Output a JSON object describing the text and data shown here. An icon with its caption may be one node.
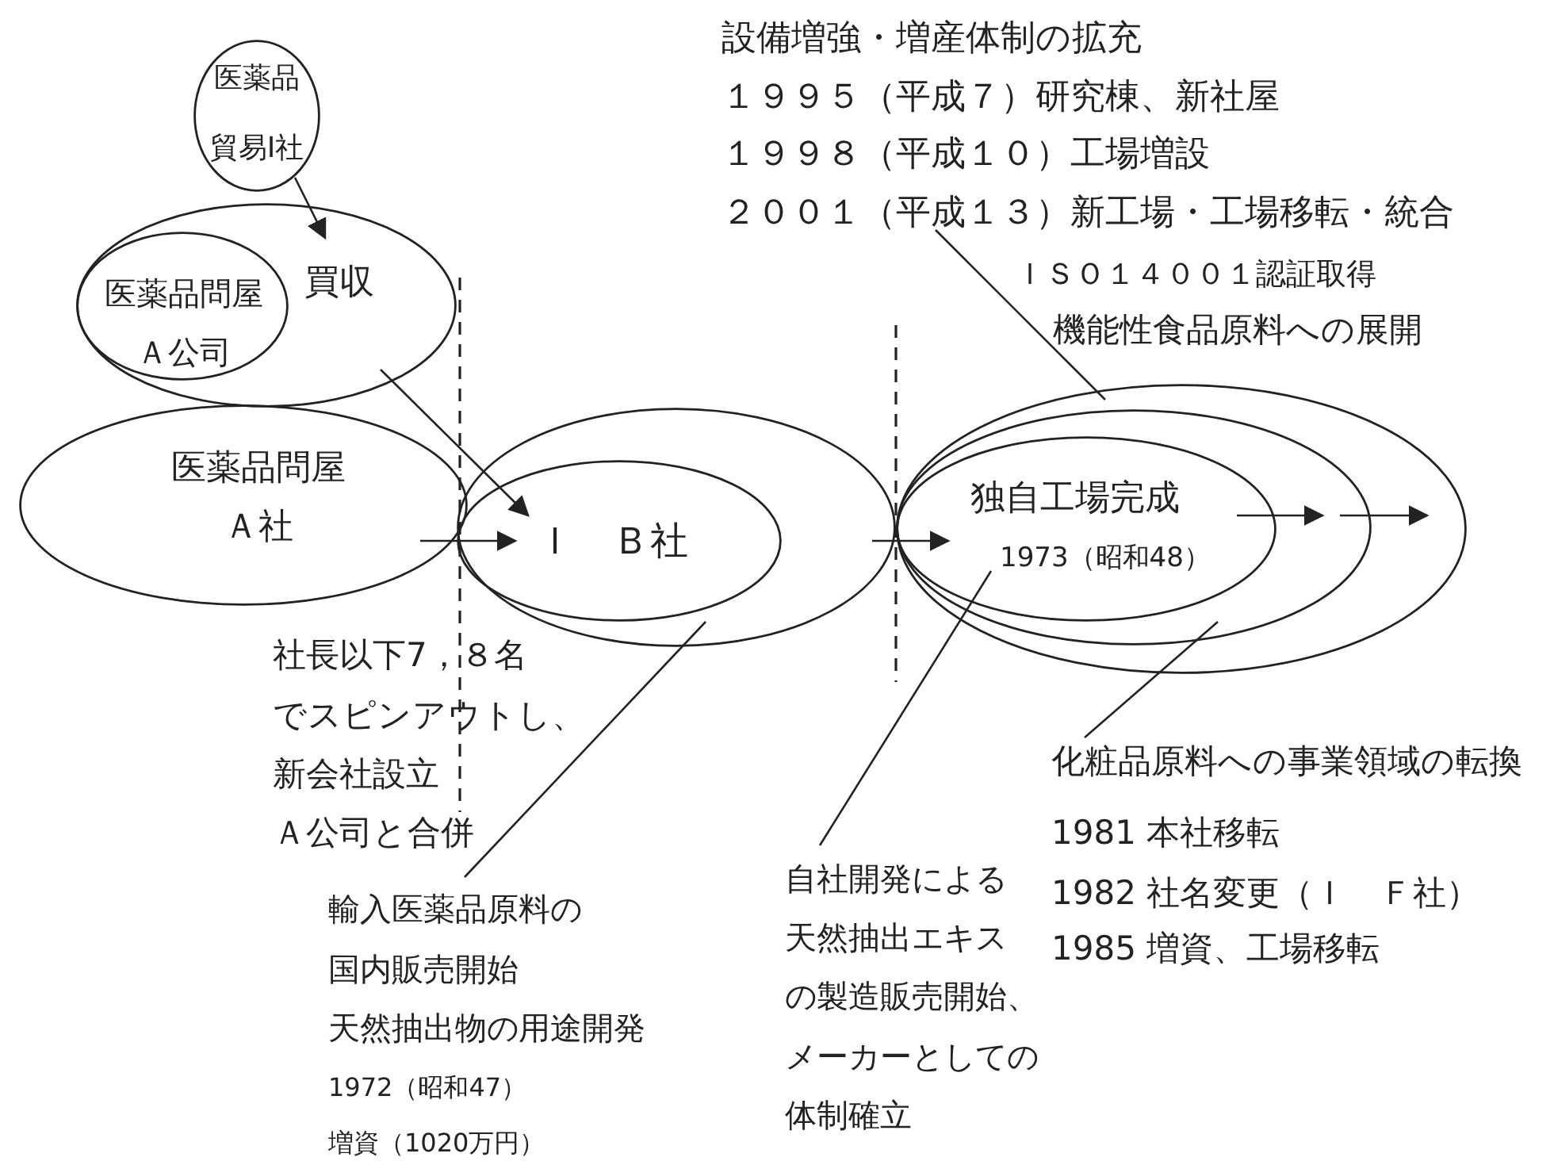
{
  "diagram": {
    "nodes": [
      {
        "text": [
          "医薬品",
          "貿易I社"
        ]
      },
      {
        "text": [
          "買収"
        ]
      },
      {
        "text": [
          "医薬品問屋",
          "Ａ公司"
        ],
        "in": 1
      },
      {
        "text": [
          "医薬品問屋",
          "Ａ社"
        ]
      },
      {
        "text": [],
        "shape": "ellipse"
      },
      {
        "text": [
          "Ｉ　Ｂ社"
        ],
        "in": 4
      },
      {
        "text": [],
        "shape": "ellipse"
      },
      {
        "text": [],
        "shape": "ellipse",
        "in": 6
      },
      {
        "text": [
          "独自工場完成",
          "1973（昭和48）"
        ],
        "in": 7
      },
      {
        "text": [
          "設備増強・増産体制の拡充",
          "１９９５（平成７）研究棟、新社屋",
          "１９９８（平成１０）工場増設",
          "２００１（平成１３）新工場・工場移転・統合"
        ]
      },
      {
        "text": [
          "輸入医薬品原料の",
          "国内販売開始",
          "天然抽出物の用途開発",
          "1972（昭和47）",
          "増資（1020万円）"
        ]
      },
      {
        "text": [
          "自社開発による",
          "天然抽出エキス",
          "の製造販売開始、",
          "メーカーとしての",
          "体制確立"
        ]
      },
      {
        "text": [
          "化粧品原料への事業領域の転換",
          "1981 本社移転",
          "1982 社名変更（Ｉ　Ｆ社）",
          "1985 増資、工場移転"
        ]
      }
    ],
    "edges": [
      {
        "from": 0,
        "to": 1,
        "arrow": "to"
      },
      {
        "from": 1,
        "to": 5,
        "arrow": "to"
      },
      {
        "from": 3,
        "to": 5,
        "arrow": "to"
      },
      {
        "from": 4,
        "to": 8,
        "arrow": "to"
      },
      {
        "from": 8,
        "to": 7,
        "arrow": "to"
      },
      {
        "from": 7,
        "to": 6,
        "arrow": "to"
      },
      {
        "from": 9,
        "to": 6,
        "arrow": "none"
      },
      {
        "from": 10,
        "to": 4,
        "arrow": "none"
      },
      {
        "from": 11,
        "to": 8,
        "arrow": "none"
      },
      {
        "from": 12,
        "to": 7,
        "arrow": "none"
      }
    ],
    "labels": [
      "ＩＳＯ１４００１認証取得",
      "機能性食品原料への展開",
      "社長以下7，８名",
      "でスピンアウトし、",
      "新会社設立",
      "Ａ公司と合併"
    ]
  }
}
